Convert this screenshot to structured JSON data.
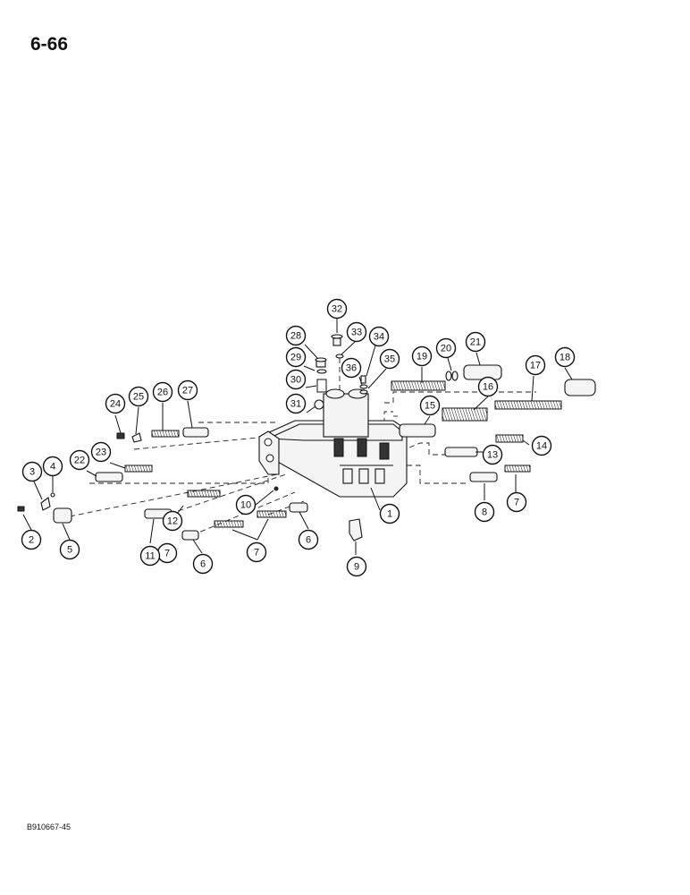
{
  "page": {
    "number": "6-66",
    "figure_code": "B910667-45"
  },
  "callouts": [
    "1",
    "2",
    "3",
    "4",
    "5",
    "6",
    "6",
    "7",
    "7",
    "7",
    "8",
    "9",
    "10",
    "11",
    "12",
    "13",
    "14",
    "15",
    "16",
    "17",
    "18",
    "19",
    "20",
    "21",
    "22",
    "23",
    "24",
    "25",
    "26",
    "27",
    "28",
    "29",
    "30",
    "31",
    "32",
    "33",
    "34",
    "35",
    "36"
  ]
}
